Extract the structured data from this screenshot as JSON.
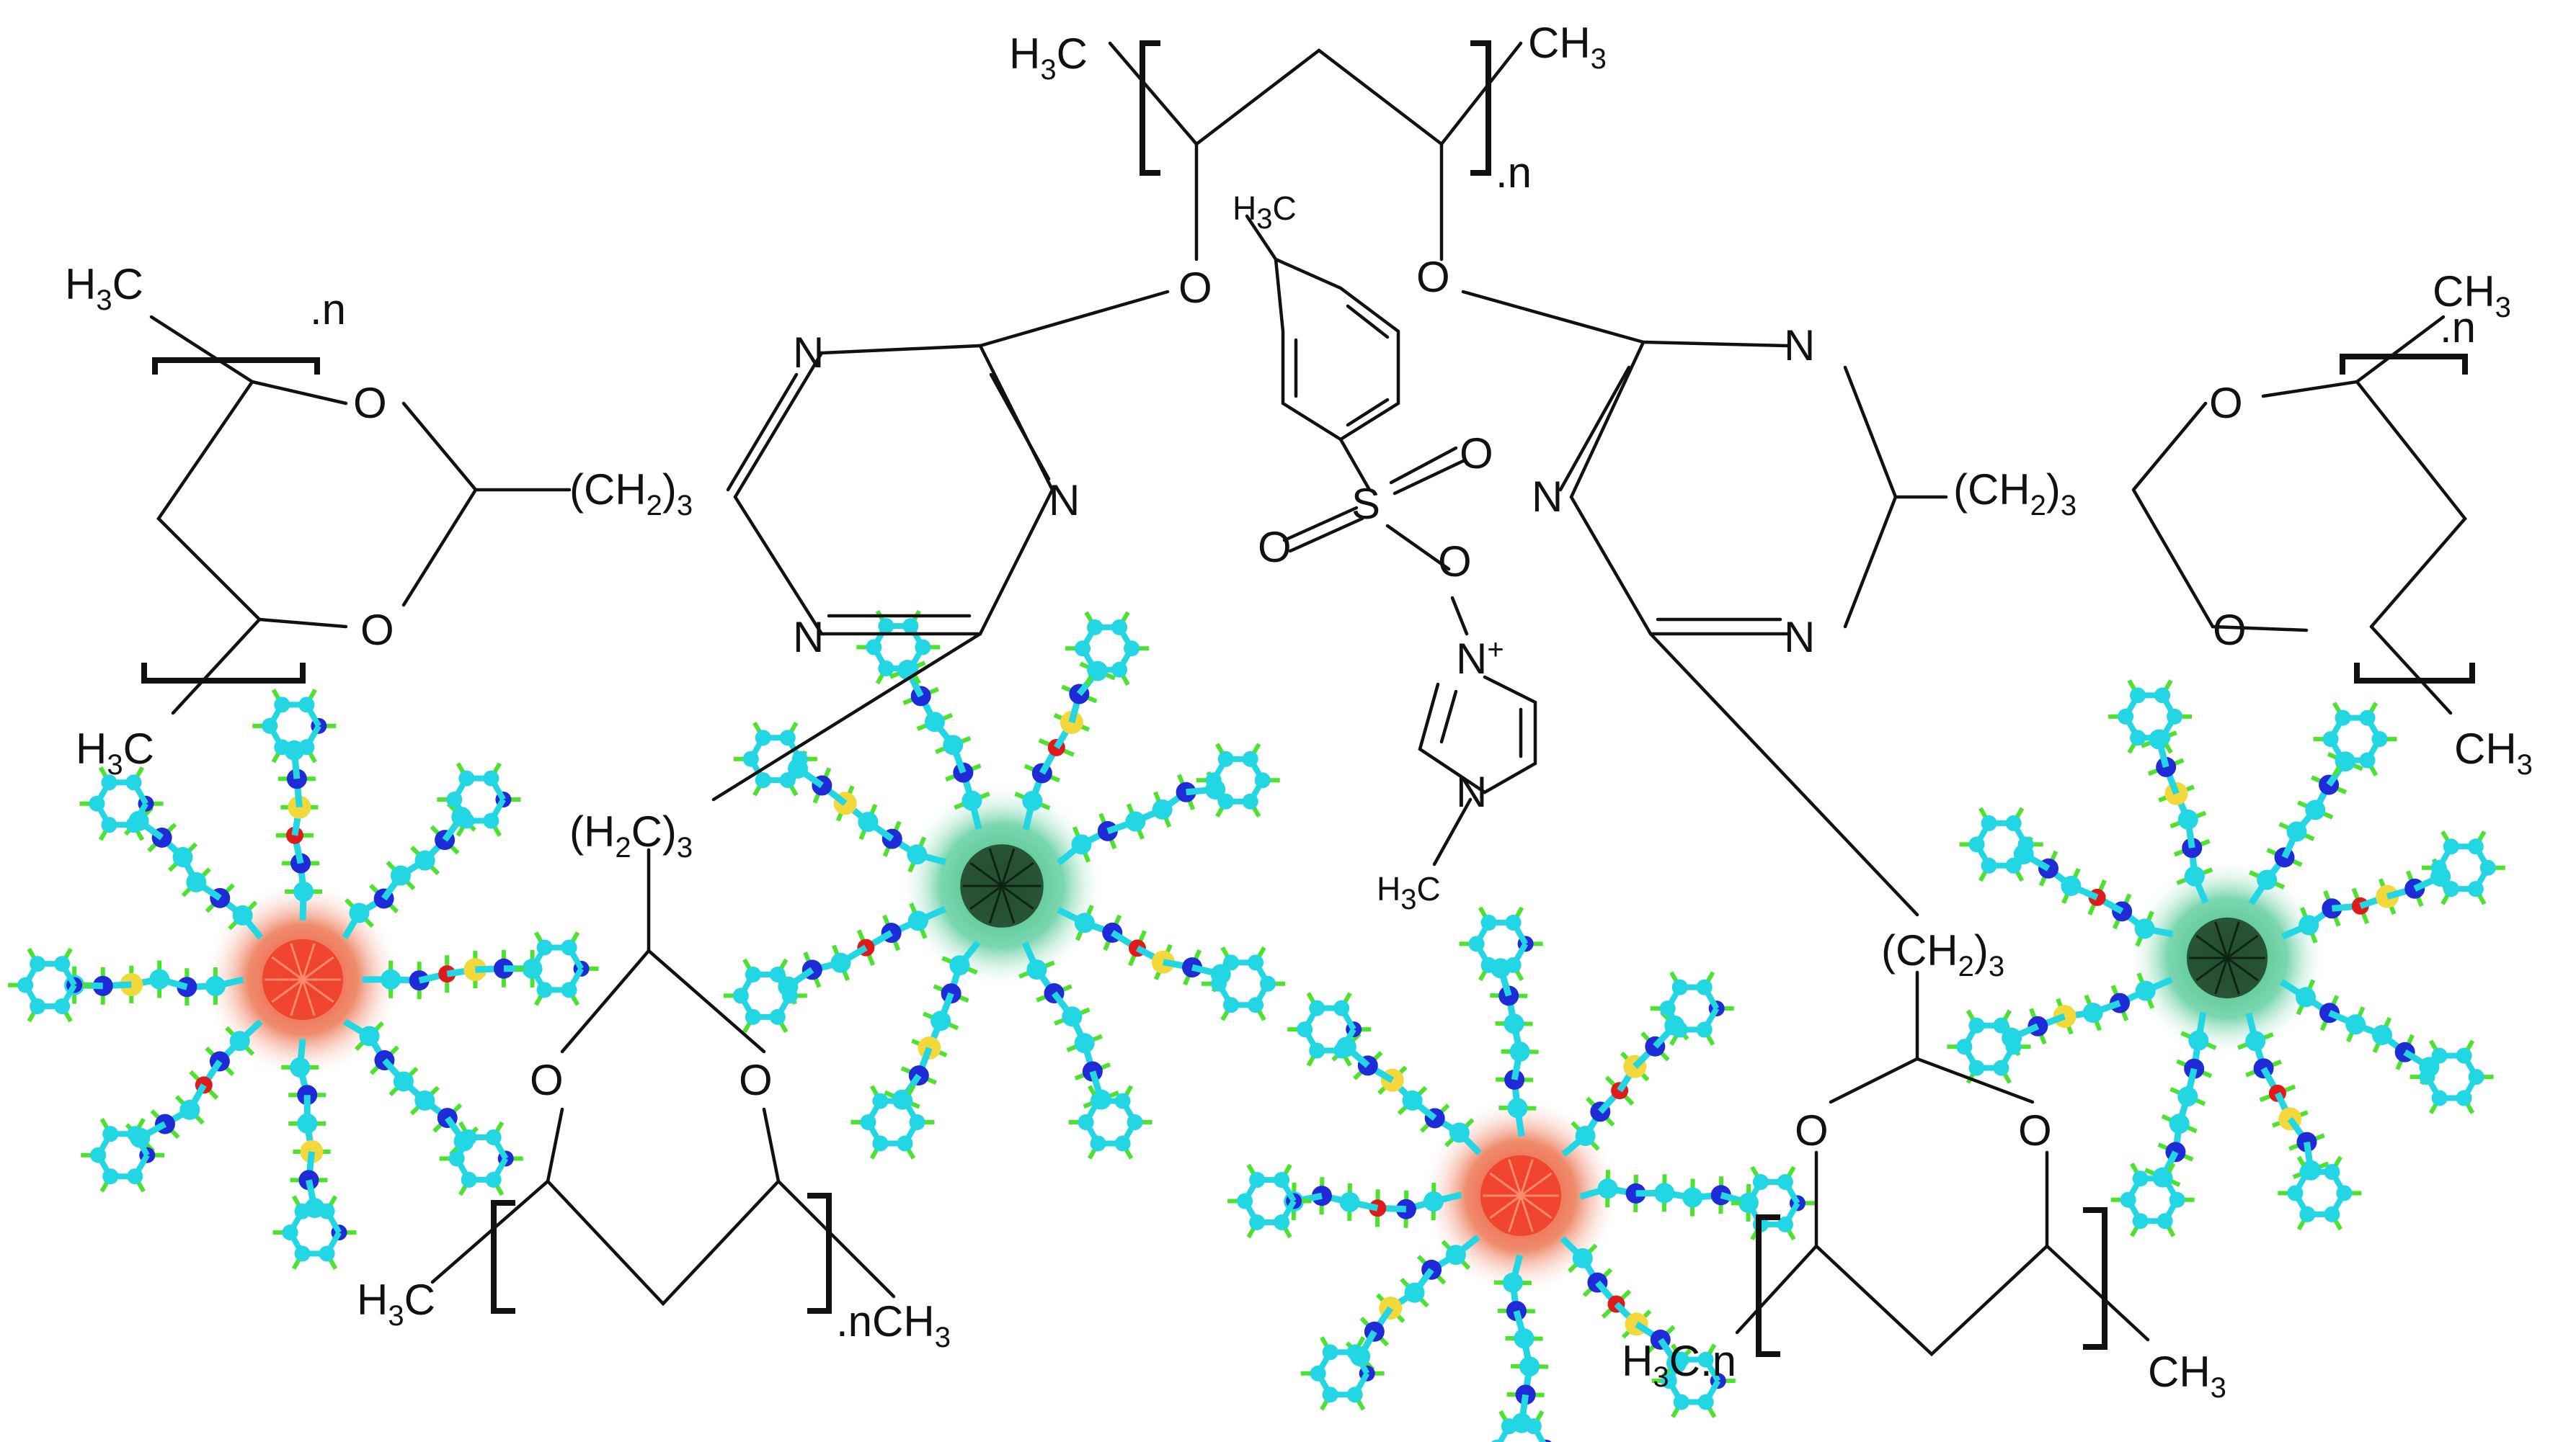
{
  "labels": {
    "h3c": "H",
    "c": "C",
    "ch": "CH",
    "n_sub": ".n",
    "o": "O",
    "n": "N",
    "s": "S",
    "plus": "+",
    "three": "3",
    "two": "2",
    "ch2_open": "(CH",
    "h2c_open": "(H",
    "close3": ")3",
    "close_paren": ")"
  },
  "colors": {
    "carbon": "#22d6e3",
    "nitrogen": "#1f2bd6",
    "hydrogen": "#4de22e",
    "sulfur": "#f2d83a",
    "oxygen": "#e01a1a",
    "core_red": "#f0402a",
    "core_green": "#2fb479",
    "cage_dark": "#1d3d22"
  },
  "clusters": [
    {
      "kind": "red-core-imidazolium"
    },
    {
      "kind": "green-core-tosyl"
    },
    {
      "kind": "red-core-imidazolium"
    },
    {
      "kind": "green-core-tosyl"
    }
  ]
}
